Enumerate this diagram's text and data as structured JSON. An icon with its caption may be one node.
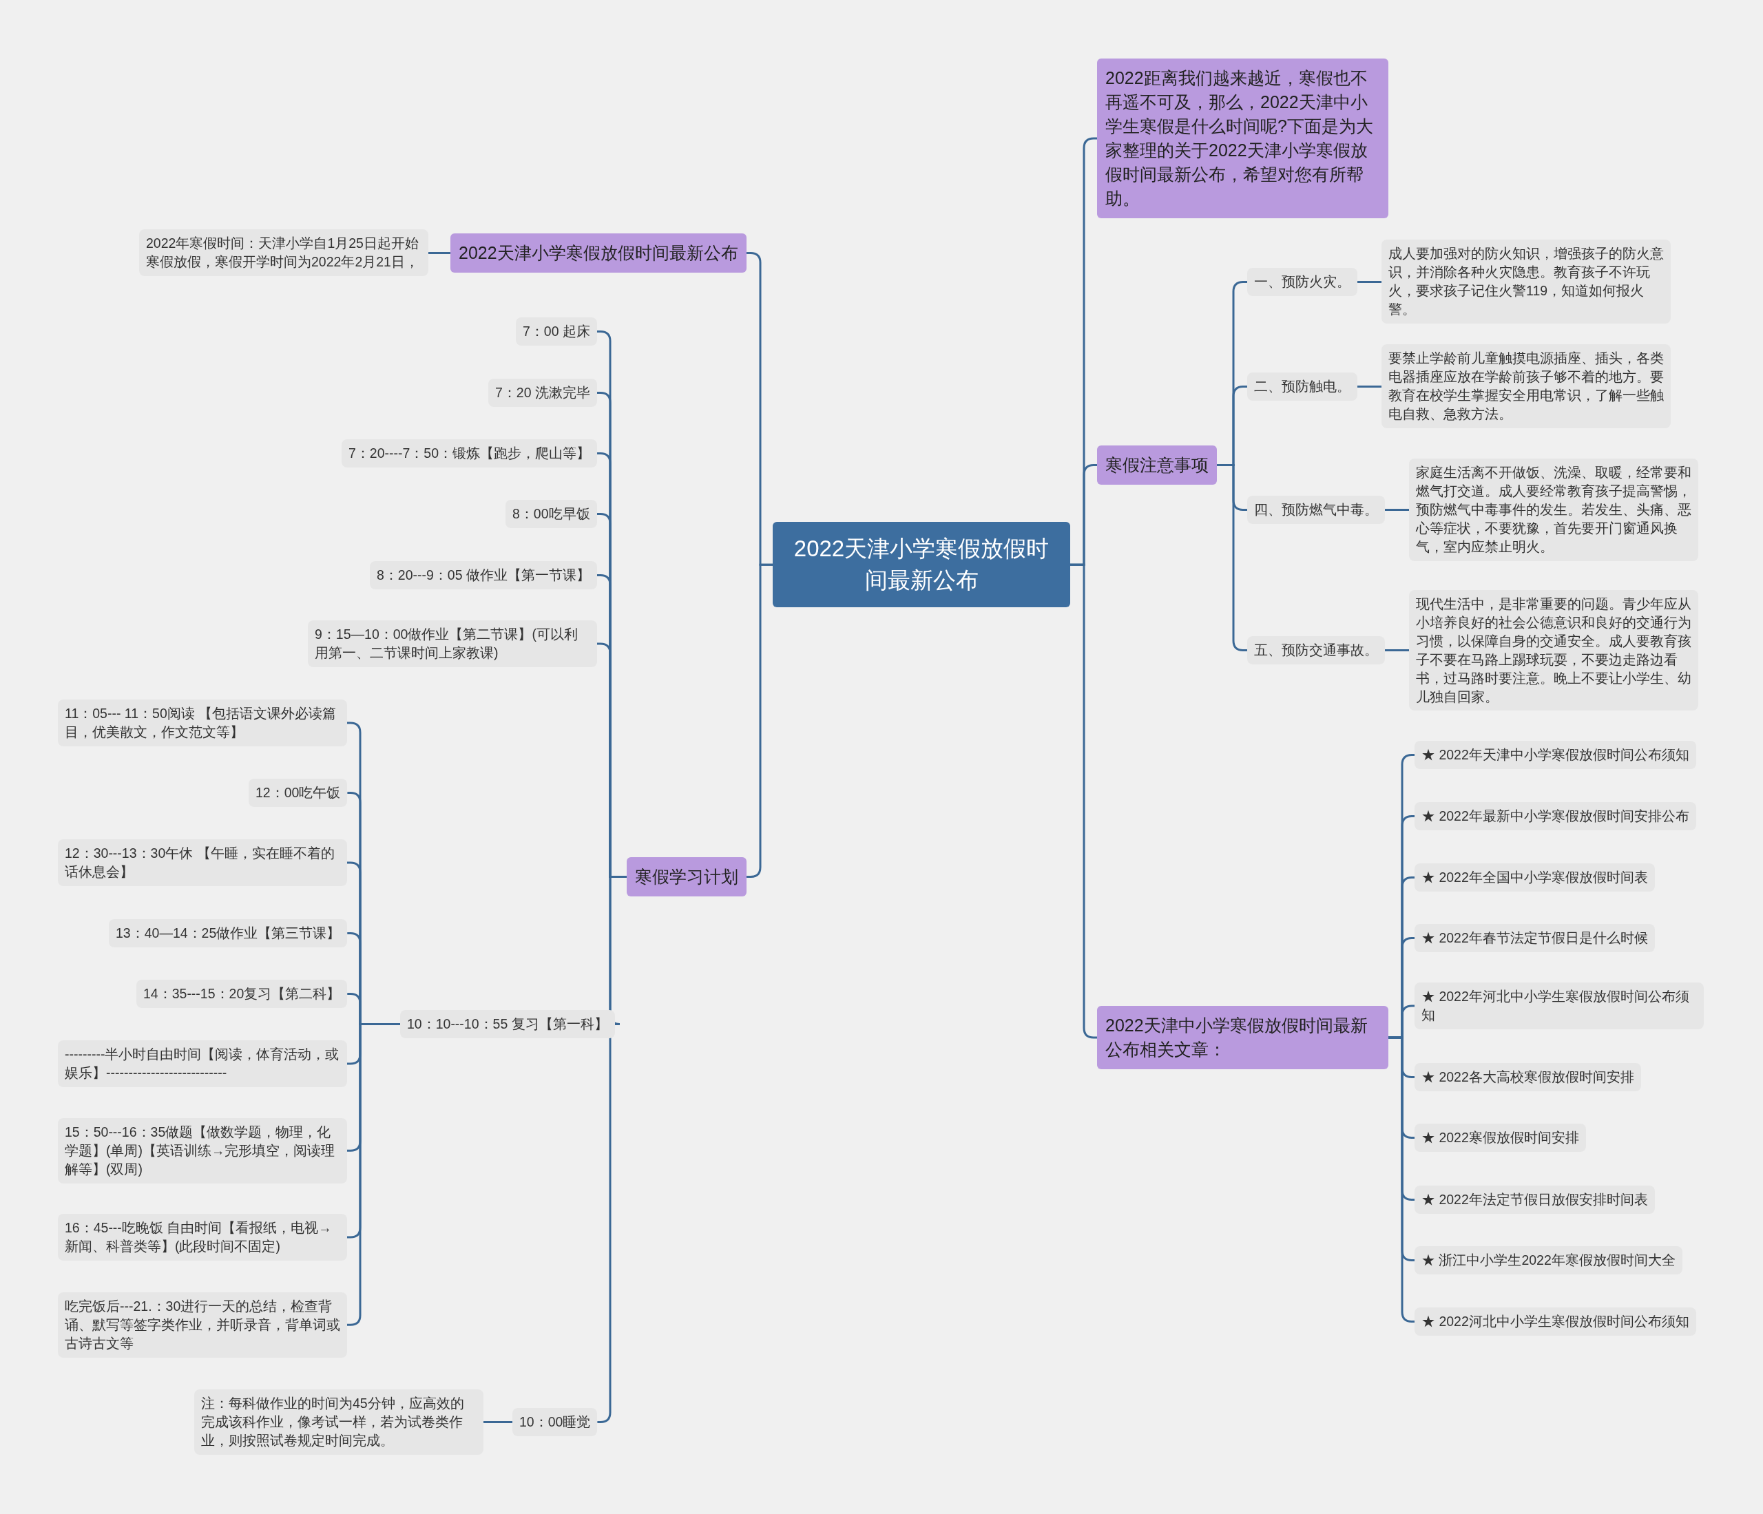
{
  "diagram": {
    "nodes": [
      {
        "text": [
          "2022天津小学寒假放假时间最新公布"
        ]
      },
      {
        "text": [
          "2022天津小学寒假放假时间最新公布"
        ]
      },
      {
        "text": [
          "2022年寒假时间：天津小学自1月25日起开始寒假放假，寒假开学时间为2022年2月21日，"
        ]
      },
      {
        "text": [
          "寒假学习计划"
        ]
      },
      {
        "text": [
          "7：00 起床"
        ]
      },
      {
        "text": [
          "7：20 洗漱完毕"
        ]
      },
      {
        "text": [
          "7：20----7：50：锻炼【跑步，爬山等】"
        ]
      },
      {
        "text": [
          "8：00吃早饭"
        ]
      },
      {
        "text": [
          "8：20---9：05 做作业【第一节课】"
        ]
      },
      {
        "text": [
          "9：15—10：00做作业【第二节课】(可以利用第一、二节课时间上家教课)"
        ]
      },
      {
        "text": [
          "10：10---10：55 复习【第一科】"
        ]
      },
      {
        "text": [
          "11：05--- 11：50阅读 【包括语文课外必读篇目，优美散文，作文范文等】"
        ]
      },
      {
        "text": [
          "12：00吃午饭"
        ]
      },
      {
        "text": [
          "12：30---13：30午休 【午睡，实在睡不着的话休息会】"
        ]
      },
      {
        "text": [
          "13：40—14：25做作业【第三节课】"
        ]
      },
      {
        "text": [
          "14：35---15：20复习【第二科】"
        ]
      },
      {
        "text": [
          "---------半小时自由时间【阅读，体育活动，或娱乐】---------------------------"
        ]
      },
      {
        "text": [
          "15：50---16：35做题【做数学题，物理，化学题】(单周)【英语训练→完形填空，阅读理解等】(双周)"
        ]
      },
      {
        "text": [
          "16：45---吃晚饭 自由时间【看报纸，电视→新闻、科普类等】(此段时间不固定)"
        ]
      },
      {
        "text": [
          "吃完饭后---21.：30进行一天的总结，检查背诵、默写等签字类作业，并听录音，背单词或古诗古文等"
        ]
      },
      {
        "text": [
          "10：00睡觉"
        ]
      },
      {
        "text": [
          "注：每科做作业的时间为45分钟，应高效的完成该科作业，像考试一样，若为试卷类作业，则按照试卷规定时间完成。"
        ]
      },
      {
        "text": [
          "2022距离我们越来越近，寒假也不再遥不可及，那么，2022天津中小学生寒假是什么时间呢?下面是为大家整理的关于2022天津小学寒假放假时间最新公布，希望对您有所帮助。"
        ]
      },
      {
        "text": [
          "寒假注意事项"
        ]
      },
      {
        "text": [
          "一、预防火灾。"
        ]
      },
      {
        "text": [
          "成人要加强对的防火知识，增强孩子的防火意识，并消除各种火灾隐患。教育孩子不许玩火，要求孩子记住火警119，知道如何报火警。"
        ]
      },
      {
        "text": [
          "二、预防触电。"
        ]
      },
      {
        "text": [
          "要禁止学龄前儿童触摸电源插座、插头，各类电器插座应放在学龄前孩子够不着的地方。要教育在校学生掌握安全用电常识，了解一些触电自救、急救方法。"
        ]
      },
      {
        "text": [
          "四、预防燃气中毒。"
        ]
      },
      {
        "text": [
          "家庭生活离不开做饭、洗澡、取暖，经常要和燃气打交道。成人要经常教育孩子提高警惕，预防燃气中毒事件的发生。若发生、头痛、恶心等症状，不要犹豫，首先要开门窗通风换气，室内应禁止明火。"
        ]
      },
      {
        "text": [
          "五、预防交通事故。"
        ]
      },
      {
        "text": [
          "现代生活中，是非常重要的问题。青少年应从小培养良好的社会公德意识和良好的交通行为习惯，以保障自身的交通安全。成人要教育孩子不要在马路上踢球玩耍，不要边走路边看书，过马路时要注意。晚上不要让小学生、幼儿独自回家。"
        ]
      },
      {
        "text": [
          "2022天津中小学寒假放假时间最新公布相关文章："
        ]
      },
      {
        "text": [
          "★ 2022年天津中小学寒假放假时间公布须知"
        ]
      },
      {
        "text": [
          "★ 2022年最新中小学寒假放假时间安排公布"
        ]
      },
      {
        "text": [
          "★ 2022年全国中小学寒假放假时间表"
        ]
      },
      {
        "text": [
          "★ 2022年春节法定节假日是什么时候"
        ]
      },
      {
        "text": [
          "★ 2022年河北中小学生寒假放假时间公布须知"
        ]
      },
      {
        "text": [
          "★ 2022各大高校寒假放假时间安排"
        ]
      },
      {
        "text": [
          "★ 2022寒假放假时间安排"
        ]
      },
      {
        "text": [
          "★ 2022年法定节假日放假安排时间表"
        ]
      },
      {
        "text": [
          "★ 浙江中小学生2022年寒假放假时间大全"
        ]
      },
      {
        "text": [
          "★ 2022河北中小学生寒假放假时间公布须知"
        ]
      }
    ],
    "edges": [
      {
        "from": 0,
        "to": 1,
        "arrow": "none"
      },
      {
        "from": 1,
        "to": 2,
        "arrow": "none"
      },
      {
        "from": 0,
        "to": 3,
        "arrow": "none"
      },
      {
        "from": 3,
        "to": 4,
        "arrow": "none"
      },
      {
        "from": 3,
        "to": 5,
        "arrow": "none"
      },
      {
        "from": 3,
        "to": 6,
        "arrow": "none"
      },
      {
        "from": 3,
        "to": 7,
        "arrow": "none"
      },
      {
        "from": 3,
        "to": 8,
        "arrow": "none"
      },
      {
        "from": 3,
        "to": 9,
        "arrow": "none"
      },
      {
        "from": 3,
        "to": 10,
        "arrow": "none"
      },
      {
        "from": 10,
        "to": 11,
        "arrow": "none"
      },
      {
        "from": 10,
        "to": 12,
        "arrow": "none"
      },
      {
        "from": 10,
        "to": 13,
        "arrow": "none"
      },
      {
        "from": 10,
        "to": 14,
        "arrow": "none"
      },
      {
        "from": 10,
        "to": 15,
        "arrow": "none"
      },
      {
        "from": 10,
        "to": 16,
        "arrow": "none"
      },
      {
        "from": 10,
        "to": 17,
        "arrow": "none"
      },
      {
        "from": 10,
        "to": 18,
        "arrow": "none"
      },
      {
        "from": 10,
        "to": 19,
        "arrow": "none"
      },
      {
        "from": 3,
        "to": 20,
        "arrow": "none"
      },
      {
        "from": 20,
        "to": 21,
        "arrow": "none"
      },
      {
        "from": 0,
        "to": 22,
        "arrow": "none"
      },
      {
        "from": 0,
        "to": 23,
        "arrow": "none"
      },
      {
        "from": 23,
        "to": 24,
        "arrow": "none"
      },
      {
        "from": 24,
        "to": 25,
        "arrow": "none"
      },
      {
        "from": 23,
        "to": 26,
        "arrow": "none"
      },
      {
        "from": 26,
        "to": 27,
        "arrow": "none"
      },
      {
        "from": 23,
        "to": 28,
        "arrow": "none"
      },
      {
        "from": 28,
        "to": 29,
        "arrow": "none"
      },
      {
        "from": 23,
        "to": 30,
        "arrow": "none"
      },
      {
        "from": 30,
        "to": 31,
        "arrow": "none"
      },
      {
        "from": 0,
        "to": 32,
        "arrow": "none"
      },
      {
        "from": 32,
        "to": 33,
        "arrow": "none"
      },
      {
        "from": 32,
        "to": 34,
        "arrow": "none"
      },
      {
        "from": 32,
        "to": 35,
        "arrow": "none"
      },
      {
        "from": 32,
        "to": 36,
        "arrow": "none"
      },
      {
        "from": 32,
        "to": 37,
        "arrow": "none"
      },
      {
        "from": 32,
        "to": 38,
        "arrow": "none"
      },
      {
        "from": 32,
        "to": 39,
        "arrow": "none"
      },
      {
        "from": 32,
        "to": 40,
        "arrow": "none"
      },
      {
        "from": 32,
        "to": 41,
        "arrow": "none"
      },
      {
        "from": 32,
        "to": 42,
        "arrow": "none"
      }
    ]
  }
}
